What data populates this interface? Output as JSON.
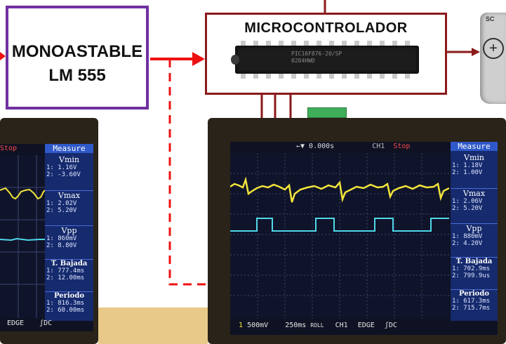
{
  "blocks": {
    "monoastable": {
      "line1": "MONOASTABLE",
      "line2": "LM 555"
    },
    "micro": {
      "title": "MICROCONTROLADOR",
      "chip_line1": "PIC16F876-20/SP",
      "chip_line2": "0204HWD"
    }
  },
  "right_scope": {
    "topbar": {
      "trig": "←▼ 0.000s",
      "ch": "CH1",
      "stop": "Stop",
      "measure": "Measure"
    },
    "measurements": [
      {
        "name": "Vmin",
        "v1": "1: 1.18V",
        "v2": "2: 1.00V"
      },
      {
        "name": "Vmax",
        "v1": "1: 2.06V",
        "v2": "2: 5.20V"
      },
      {
        "name": "Vpp",
        "v1": "1: 880mV",
        "v2": "2: 4.20V"
      },
      {
        "name": "T. Bajada",
        "v1": "1: 702.9ms",
        "v2": "2: 799.9us"
      },
      {
        "name": "Periodo",
        "v1": "1: 617.3ms",
        "v2": "2: 715.7ms"
      }
    ],
    "bottombar": {
      "ch1": "500mV",
      "time": "250ms",
      "roll": "ROLL",
      "trig": "CH1",
      "edge": "EDGE",
      "dc": "DC"
    }
  },
  "left_scope": {
    "topbar": {
      "stop": "Stop",
      "measure": "Measure"
    },
    "measurements": [
      {
        "name": "Vmin",
        "v1": "1: 1.16V",
        "v2": "2: -3.60V"
      },
      {
        "name": "Vmax",
        "v1": "1: 2.02V",
        "v2": "2: 5.20V"
      },
      {
        "name": "Vpp",
        "v1": "1: 860mV",
        "v2": "2: 8.80V"
      },
      {
        "name": "T. Bajada",
        "v1": "1: 777.4ms",
        "v2": "2: 12.00ms"
      },
      {
        "name": "Periodo",
        "v1": "1: 816.3ms",
        "v2": "2: 60.00ms"
      }
    ],
    "bottombar": {
      "edge": "EDGE",
      "dc": "DC"
    }
  },
  "colors": {
    "signal_arrow": "#ee1111",
    "mono_border": "#7030a0",
    "micro_border": "#8b1a1a",
    "trace_yellow": "#f2e43a",
    "trace_cyan": "#4fd8e8"
  }
}
